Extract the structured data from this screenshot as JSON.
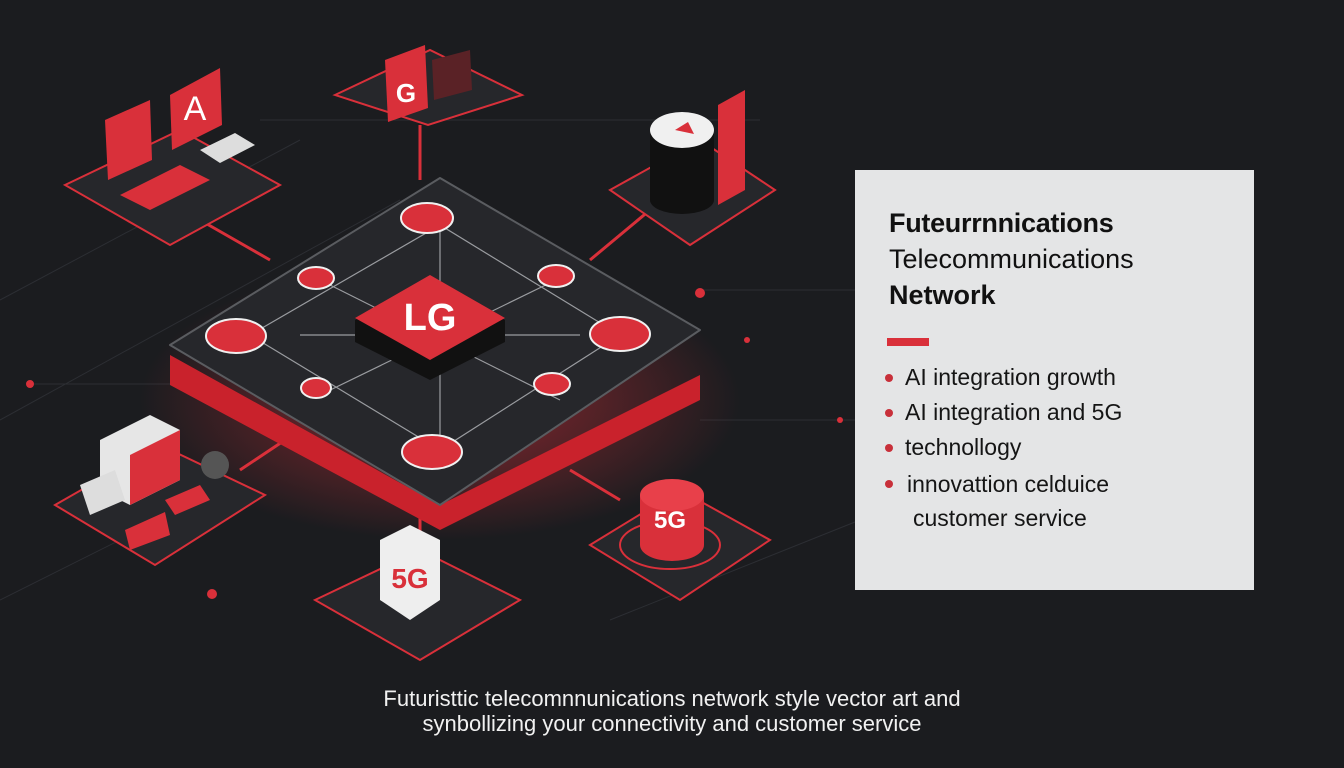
{
  "panel": {
    "title_line1": "Futeurrnnications",
    "title_line2": "Telecommunications",
    "title_line3": "Network",
    "bullets": [
      "AI integration growth",
      "AI integration and 5G",
      "technollogy",
      "innovattion celduice",
      "customer service"
    ]
  },
  "caption": {
    "line1": "Futuristtic telecomnnunications network style vector art and",
    "line2": "synbollizing your connectivity  and customer service"
  },
  "illustration": {
    "center_chip": "LG",
    "top_device": "G",
    "top_left_device": "A",
    "bottom_tower": "5G",
    "bottom_right_cylinder": "5G"
  },
  "colors": {
    "background": "#1b1c1f",
    "accent": "#d9303a",
    "panel": "#e4e5e6"
  }
}
